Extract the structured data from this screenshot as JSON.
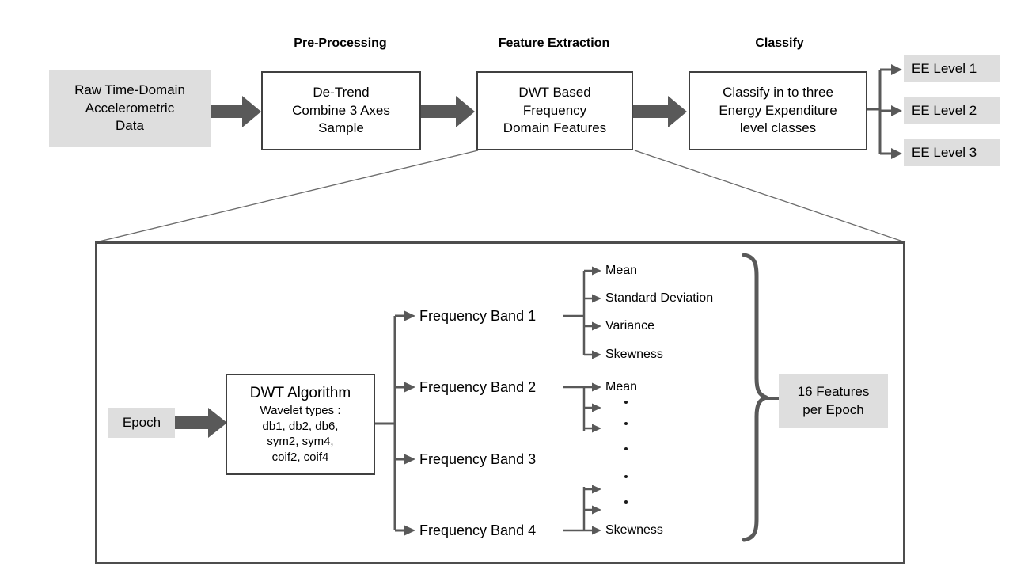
{
  "figure": {
    "title_row": [
      {
        "label": "Pre-Processing"
      },
      {
        "label": "Feature Extraction"
      },
      {
        "label": "Classify"
      }
    ],
    "pipeline": {
      "input_box": {
        "name": "raw-data-box",
        "lines": [
          "Raw Time-Domain",
          "Accelerometric",
          "Data"
        ]
      },
      "preprocessing_box": {
        "name": "preprocessing-box",
        "lines": [
          "De-Trend",
          "Combine 3 Axes",
          "Sample"
        ]
      },
      "feature_box": {
        "name": "feature-extraction-box",
        "lines": [
          "DWT Based",
          "Frequency",
          "Domain Features"
        ]
      },
      "classify_box": {
        "name": "classify-box",
        "lines": [
          "Classify in to three",
          "Energy Expenditure",
          "level classes"
        ]
      },
      "outputs": [
        {
          "label": "EE Level 1"
        },
        {
          "label": "EE Level 2"
        },
        {
          "label": "EE Level 3"
        }
      ]
    },
    "detail_panel": {
      "epoch_box": {
        "label": "Epoch"
      },
      "dwt_box": {
        "title": "DWT Algorithm",
        "subtitle": "Wavelet types :",
        "wavelets": [
          "db1, db2, db6,",
          "sym2, sym4,",
          "coif2, coif4"
        ]
      },
      "bands": [
        {
          "label": "Frequency Band 1"
        },
        {
          "label": "Frequency Band 2"
        },
        {
          "label": "Frequency Band 3"
        },
        {
          "label": "Frequency Band 4"
        }
      ],
      "band1_features": [
        "Mean",
        "Standard Deviation",
        "Variance",
        "Skewness"
      ],
      "band2_features": [
        "Mean",
        "",
        ""
      ],
      "band4_features": [
        "",
        "",
        "Skewness"
      ],
      "summary_box": {
        "lines": [
          "16 Features",
          "per Epoch"
        ]
      }
    },
    "colors": {
      "gray_fill": "#dedede",
      "arrow_gray": "#595959",
      "box_border": "#404040",
      "panel_border": "#4d4d4d",
      "text": "#000000"
    }
  }
}
